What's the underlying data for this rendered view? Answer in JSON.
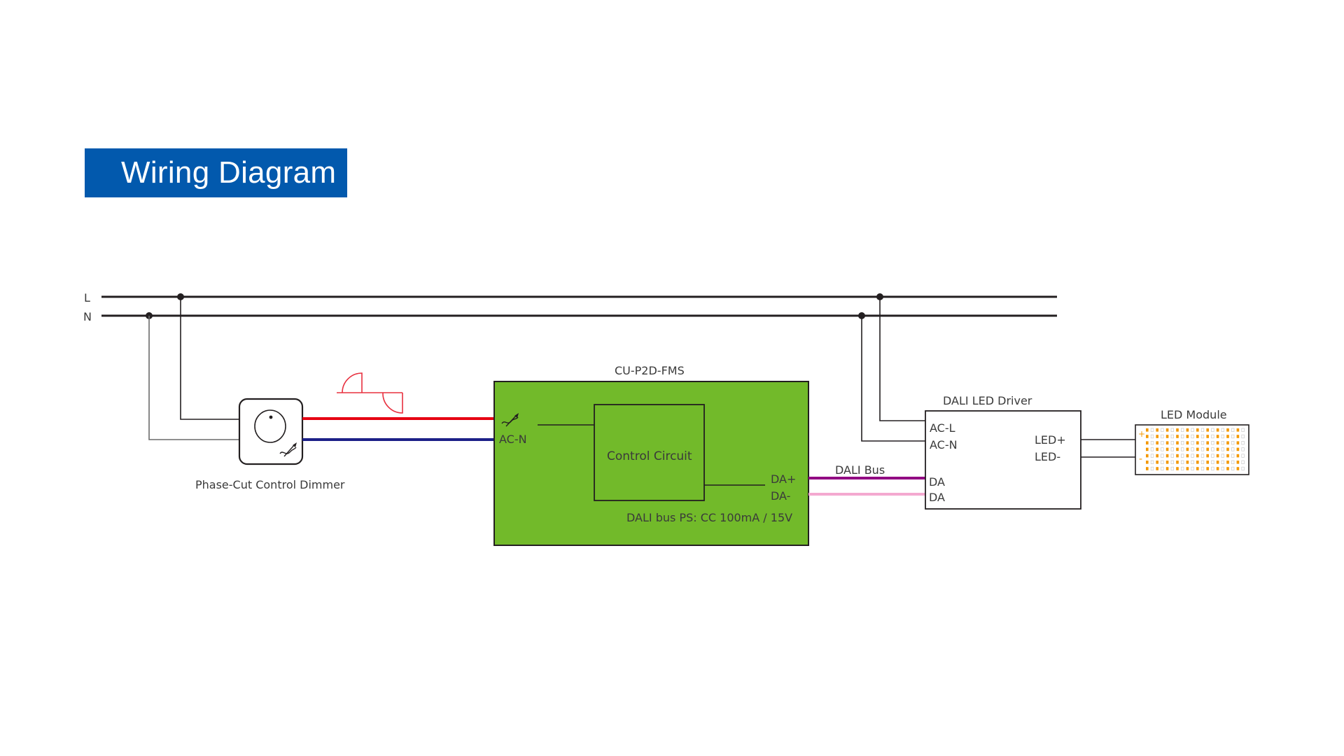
{
  "header": {
    "title": "Wiring Diagram"
  },
  "colors": {
    "banner": "#0259ad",
    "mains_line": "#231f20",
    "phase_cut_wire": "#e60012",
    "neutral_wire": "#1d2088",
    "dali_bus_plus": "#920783",
    "dali_bus_minus": "#f4a9d0",
    "controller_fill": "#72ba2a",
    "led_amber": "#f39800",
    "waveform": "#e8303f"
  },
  "mains": {
    "line_label": "L",
    "neutral_label": "N"
  },
  "dimmer": {
    "label": "Phase-Cut Control Dimmer"
  },
  "controller": {
    "model": "CU-P2D-FMS",
    "input_label": "AC-N",
    "inner_block": "Control Circuit",
    "output_plus": "DA+",
    "output_minus": "DA-",
    "spec": "DALI bus PS: CC 100mA / 15V"
  },
  "bus": {
    "label": "DALI Bus"
  },
  "driver": {
    "title": "DALI LED Driver",
    "ac_l": "AC-L",
    "ac_n": "AC-N",
    "da1": "DA",
    "da2": "DA",
    "led_plus": "LED+",
    "led_minus": "LED-"
  },
  "led_module": {
    "title": "LED Module",
    "plus_mark": "+",
    "minus_mark": "-"
  }
}
